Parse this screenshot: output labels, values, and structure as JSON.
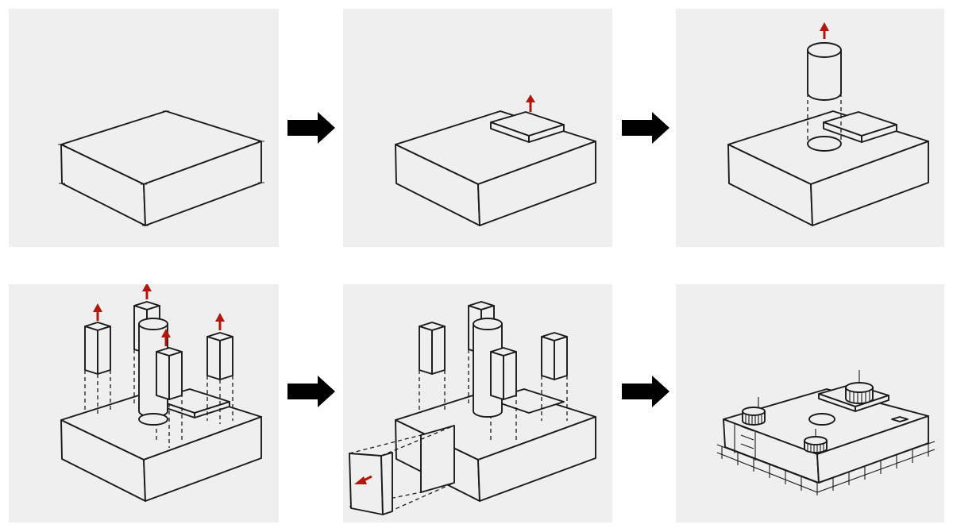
{
  "diagram": {
    "panels": [
      {
        "step": 1,
        "form": "base-block"
      },
      {
        "step": 2,
        "form": "block-with-raised-slab"
      },
      {
        "step": 3,
        "form": "block-with-extruded-cylinder"
      },
      {
        "step": 4,
        "form": "block-with-multiple-towers"
      },
      {
        "step": 5,
        "form": "block-with-pulled-out-volume"
      },
      {
        "step": 6,
        "form": "final-building-with-facade-grid"
      }
    ],
    "transitions": [
      "arrow-right",
      "arrow-right",
      "arrow-right",
      "arrow-right"
    ],
    "colors": {
      "panel_background": "#efefef",
      "sketch_line": "#1a1a1a",
      "movement_arrow": "#b3160f",
      "transition_arrow": "#000000"
    }
  }
}
